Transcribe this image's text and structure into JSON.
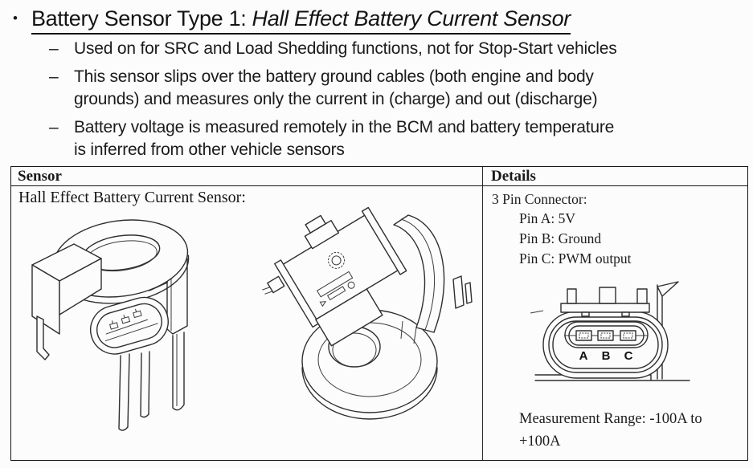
{
  "title": {
    "bullet": "•",
    "prefix": "Battery Sensor Type 1:",
    "italic": "Hall Effect Battery Current Sensor"
  },
  "bullets": [
    {
      "dash": "–",
      "lines": [
        "Used on for SRC and Load Shedding functions, not for Stop-Start vehicles"
      ]
    },
    {
      "dash": "–",
      "lines": [
        "This sensor slips over the battery ground cables (both engine and body",
        "grounds) and measures only the current in (charge) and out (discharge)"
      ]
    },
    {
      "dash": "–",
      "lines": [
        "Battery voltage is measured remotely in the BCM and battery temperature",
        "is inferred from other vehicle sensors"
      ]
    }
  ],
  "table": {
    "headers": [
      "Sensor",
      "Details"
    ],
    "sensor_cell": {
      "caption": "Hall Effect Battery Current Sensor:",
      "drawings": [
        "hall-effect-sensor-isometric-view",
        "hall-effect-sensor-rotated-view"
      ]
    },
    "details_cell": {
      "connector_heading": "3 Pin Connector:",
      "pins": [
        "Pin A: 5V",
        "Pin B: Ground",
        "Pin C: PWM output"
      ],
      "pin_labels": [
        "A",
        "B",
        "C"
      ],
      "measurement_range": "Measurement Range: -100A to +100A"
    }
  },
  "colors": {
    "text": "#1a1a1a",
    "line_art": "#2e2e2e",
    "table_border": "#141414",
    "background": "#fcfcfc"
  }
}
